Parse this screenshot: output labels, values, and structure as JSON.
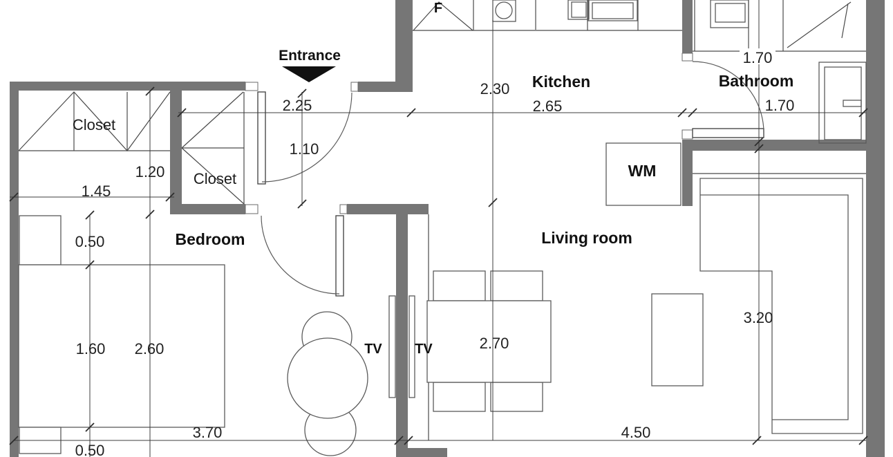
{
  "plan": {
    "type": "apartment-floor-plan",
    "colors": {
      "wall": "#767676",
      "line": "#4a4a4a",
      "dimension_line": "#3c3c3c",
      "text": "#111111",
      "background": "#ffffff"
    }
  },
  "rooms": {
    "entrance": "Entrance",
    "kitchen": "Kitchen",
    "bathroom": "Bathroom",
    "bedroom": "Bedroom",
    "living_room": "Living room",
    "closet_left": "Closet",
    "closet_hall": "Closet",
    "washing_machine": "WM",
    "tv_bedroom": "TV",
    "tv_living": "TV",
    "fridge": "F"
  },
  "dimensions": {
    "entry_hall_width": "2.25",
    "kitchen_width": "2.65",
    "bathroom_top": "1.70",
    "bathroom_width": "1.70",
    "kitchen_depth": "2.30",
    "hall_depth": "1.10",
    "closet_depth": "1.20",
    "closet_width": "1.45",
    "nightstand_top": "0.50",
    "bed_width": "1.60",
    "bedroom_span": "2.60",
    "bedroom_length": "3.70",
    "nightstand_bottom": "0.50",
    "living_width": "4.50",
    "living_depth": "3.20",
    "table_span": "2.70"
  }
}
